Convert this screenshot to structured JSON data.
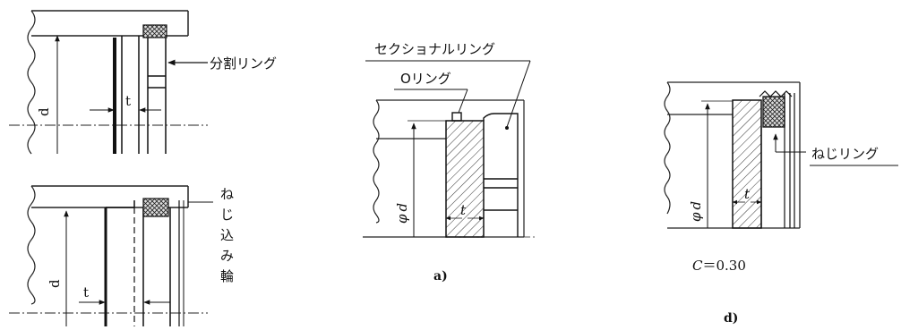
{
  "fig1": {
    "dim_d": "d",
    "dim_t": "t",
    "label": "分割リング"
  },
  "fig2": {
    "dim_d": "d",
    "dim_t": "t",
    "label_chars": [
      "ね",
      "じ",
      "込",
      "み",
      "輪"
    ]
  },
  "fig_a": {
    "label_sectional": "セクショナルリング",
    "label_oring": "Oリング",
    "dim_phi": "φ",
    "dim_d": "d",
    "dim_t": "t",
    "caption": "a)"
  },
  "fig_d": {
    "label_thread": "ねじリング",
    "dim_phi": "φ",
    "dim_d": "d",
    "dim_t": "t",
    "formula_c": "C",
    "formula_eq": "＝0.30",
    "caption": "d)"
  }
}
